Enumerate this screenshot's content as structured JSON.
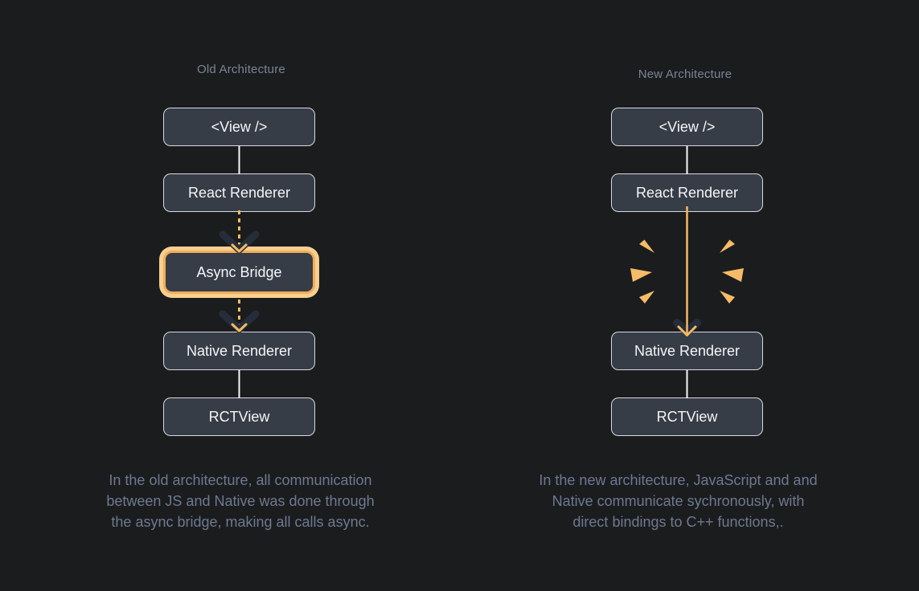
{
  "page": {
    "background_color": "#1b1c1e",
    "accent_orange": "#f6bb66",
    "node_fill": "#373d47",
    "node_border": "#d7dadd",
    "highlight_border": "#f1ad5a",
    "highlight_glow": "#f8cf8e"
  },
  "old": {
    "title": "Old Architecture",
    "nodes": [
      {
        "label": "<View />"
      },
      {
        "label": "React Renderer"
      },
      {
        "label": "Async Bridge",
        "highlighted": true
      },
      {
        "label": "Native Renderer"
      },
      {
        "label": "RCTView"
      }
    ],
    "caption_lines": [
      "In the old architecture, all communication",
      "between JS and Native was done through",
      "the async bridge, making all calls async."
    ]
  },
  "new": {
    "title": "New Architecture",
    "nodes": [
      {
        "label": "<View />"
      },
      {
        "label": "React Renderer"
      },
      {
        "label": "Native Renderer"
      },
      {
        "label": "RCTView"
      }
    ],
    "caption_lines": [
      "In the new architecture, JavaScript and and",
      "Native communicate sychronously, with",
      "direct bindings to C++ functions,."
    ]
  }
}
